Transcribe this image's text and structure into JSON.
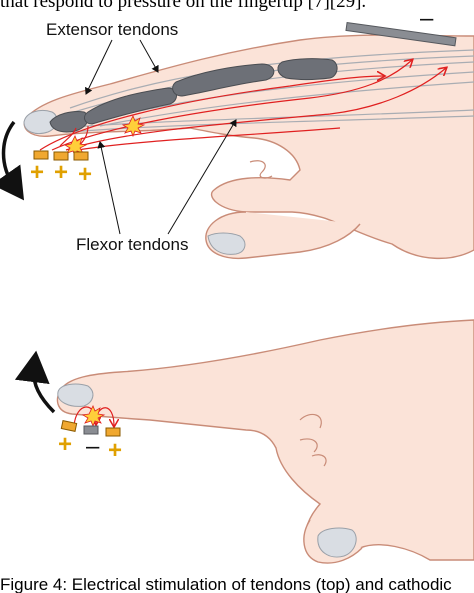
{
  "paper": {
    "top_text_fragment": "that respond to pressure on the fingertip [7][29].",
    "caption_fragment": "Figure 4: Electrical stimulation of tendons (top) and cathodic"
  },
  "figure": {
    "labels": {
      "extensor": "Extensor tendons",
      "flexor": "Flexor tendons"
    },
    "signs": {
      "plus": "+",
      "minus": "–"
    }
  }
}
